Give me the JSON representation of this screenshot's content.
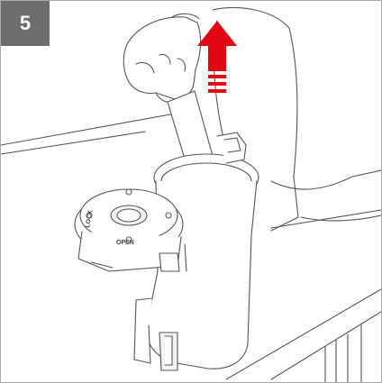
{
  "step": {
    "number": "5"
  },
  "lid": {
    "label_open": "OPEN",
    "label_lock": "LOCK"
  },
  "colors": {
    "badge": "#6d6d6d",
    "arrow": "#e30613",
    "line": "#4a4a4a",
    "border": "#a9a9a9"
  },
  "icons": {
    "direction": "arrow-up-icon"
  }
}
